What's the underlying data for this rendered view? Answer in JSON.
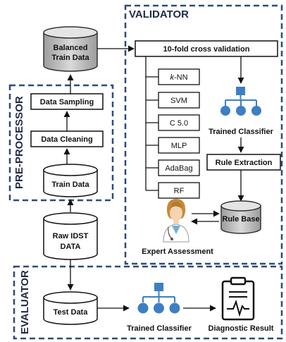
{
  "sections": {
    "validator": "VALIDATOR",
    "preprocessor": "PRE-PROCESSOR",
    "evaluator": "EVALUATOR"
  },
  "nodes": {
    "balanced_line1": "Balanced",
    "balanced_line2": "Train Data",
    "cross_validation": "10-fold cross validation",
    "data_sampling": "Data Sampling",
    "data_cleaning": "Data Cleaning",
    "train_data": "Train Data",
    "raw_line1": "Raw IDST",
    "raw_line2": "DATA",
    "test_data": "Test Data",
    "trained_classifier_validator": "Trained Classifier",
    "rule_extraction": "Rule Extraction",
    "rule_base": "Rule Base",
    "expert_assessment": "Expert Assessment",
    "trained_classifier_evaluator": "Trained Classifier",
    "diagnostic_result": "Diagnostic Result"
  },
  "algorithms": {
    "knn_prefix": "k",
    "knn_suffix": "-NN",
    "svm": "SVM",
    "c50": "C 5.0",
    "mlp": "MLP",
    "adabag": "AdaBag",
    "rf": "RF"
  },
  "colors": {
    "dashed_border": "#2d4a7a",
    "cylinder_gray": "#c8c8c8",
    "classifier_blue": "#3d7fc4",
    "text": "#111111"
  },
  "icons": {
    "classifier": "tree-network-icon",
    "expert": "doctor-icon",
    "result": "clipboard-icon"
  }
}
